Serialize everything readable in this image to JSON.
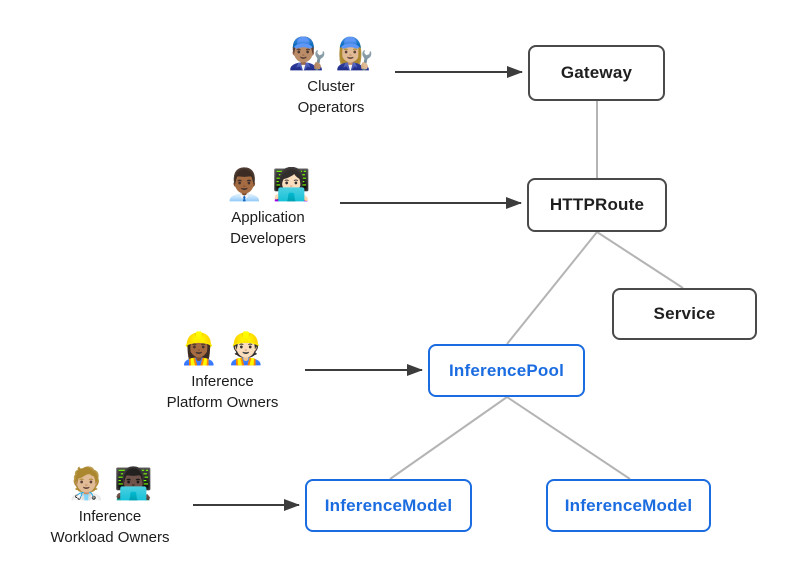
{
  "colors": {
    "background": "#ffffff",
    "box_border_dark": "#4a4a4a",
    "box_text_dark": "#1f1f1f",
    "box_accent_blue": "#1b6ce0",
    "edge_gray": "#b4b4b4",
    "arrow_dark": "#3c3c3c"
  },
  "personas": [
    {
      "id": "cluster-operators",
      "emoji": "👨🏽‍🔧 👩🏼‍🔧",
      "label": "Cluster\nOperators",
      "points_to": "gateway"
    },
    {
      "id": "application-developers",
      "emoji": "👨🏾‍💼 👩🏻‍💻",
      "label": "Application\nDevelopers",
      "points_to": "httproute"
    },
    {
      "id": "inference-platform-owners",
      "emoji": "👷🏾‍♀️ 👷🏻",
      "label": "Inference\nPlatform Owners",
      "points_to": "inferencepool"
    },
    {
      "id": "inference-workload-owners",
      "emoji": "🧑🏼‍⚕️ 👨🏿‍💻",
      "label": "Inference\nWorkload Owners",
      "points_to": "inferencemodel-left"
    }
  ],
  "nodes": [
    {
      "id": "gateway",
      "label": "Gateway",
      "style": "dark"
    },
    {
      "id": "httproute",
      "label": "HTTPRoute",
      "style": "dark"
    },
    {
      "id": "service",
      "label": "Service",
      "style": "dark"
    },
    {
      "id": "inferencepool",
      "label": "InferencePool",
      "style": "blue"
    },
    {
      "id": "inferencemodel-left",
      "label": "InferenceModel",
      "style": "blue"
    },
    {
      "id": "inferencemodel-right",
      "label": "InferenceModel",
      "style": "blue"
    }
  ],
  "edges": [
    {
      "id": "gateway-httproute",
      "from": "gateway",
      "to": "httproute"
    },
    {
      "id": "httproute-inferencepool",
      "from": "httproute",
      "to": "inferencepool"
    },
    {
      "id": "httproute-service",
      "from": "httproute",
      "to": "service"
    },
    {
      "id": "inferencepool-inferencemodel-left",
      "from": "inferencepool",
      "to": "inferencemodel-left"
    },
    {
      "id": "inferencepool-inferencemodel-right",
      "from": "inferencepool",
      "to": "inferencemodel-right"
    }
  ]
}
